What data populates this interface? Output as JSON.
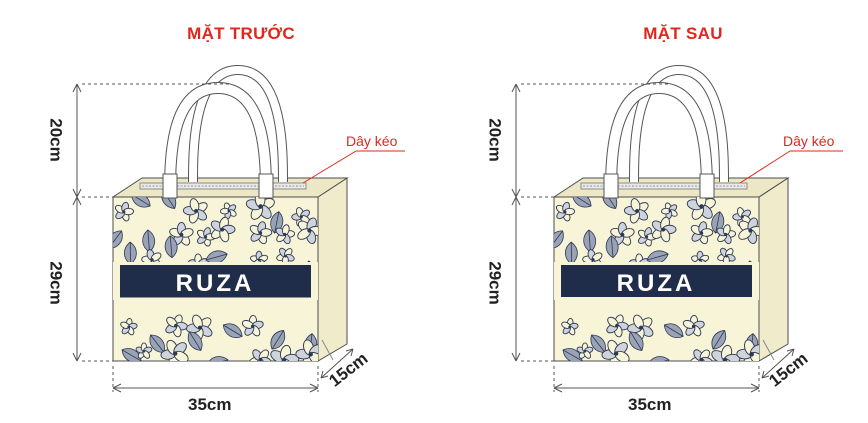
{
  "views": [
    {
      "title": "MẶT TRƯỚC",
      "brand": "RUZA",
      "zipper_label": "Dây kéo",
      "height_handle": "20cm",
      "height_body": "29cm",
      "width": "35cm",
      "depth": "15cm"
    },
    {
      "title": "MẶT SAU",
      "brand": "RUZA",
      "zipper_label": "Dây kéo",
      "height_handle": "20cm",
      "height_body": "29cm",
      "width": "35cm",
      "depth": "15cm"
    }
  ],
  "colors": {
    "accent": "#e0261d",
    "bag_body": "#f7f4d8",
    "band": "#1f2c4a",
    "print": "#2c3854",
    "outline": "#4d4d4d"
  }
}
